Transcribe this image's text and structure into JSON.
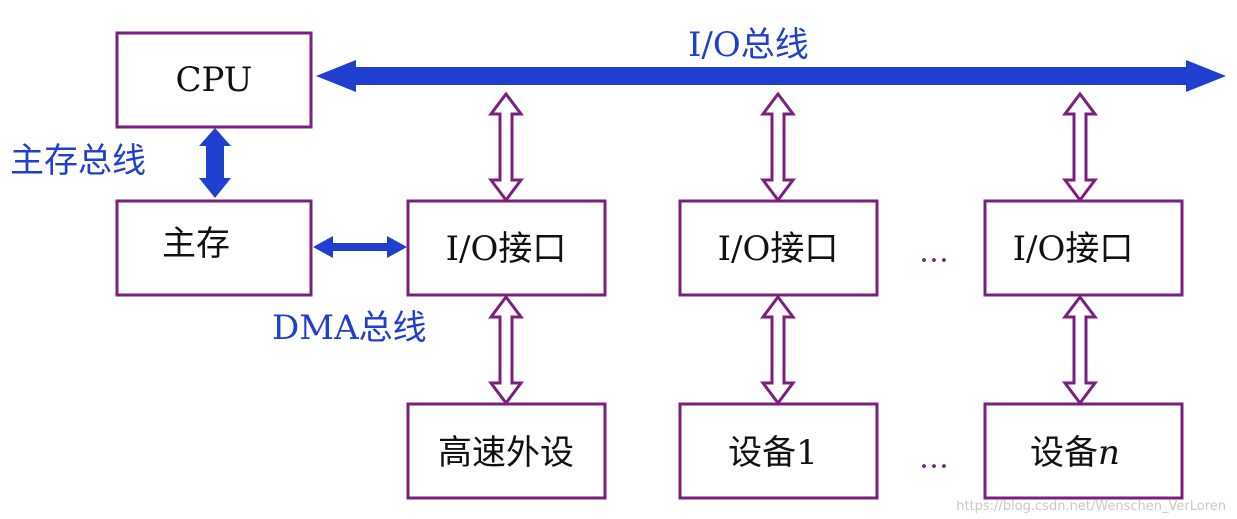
{
  "bus_labels": {
    "io_bus": "I/O总线",
    "memory_bus": "主存总线",
    "dma_bus": "DMA总线"
  },
  "boxes": {
    "cpu": "CPU",
    "main_memory": "主存",
    "io_interface_1": "I/O接口",
    "io_interface_2": "I/O接口",
    "io_interface_n": "I/O接口",
    "high_speed_peripheral": "高速外设",
    "device_1": "设备1",
    "device_n_prefix": "设备",
    "device_n_suffix": "n"
  },
  "ellipses": {
    "interfaces": "…",
    "devices": "…"
  },
  "watermark": "https://blog.csdn.net/Wenschen_VerLoren",
  "colors": {
    "box_border": "#7b1f7e",
    "bus": "#1f3fd0",
    "bus_label": "#1f3fd0"
  }
}
